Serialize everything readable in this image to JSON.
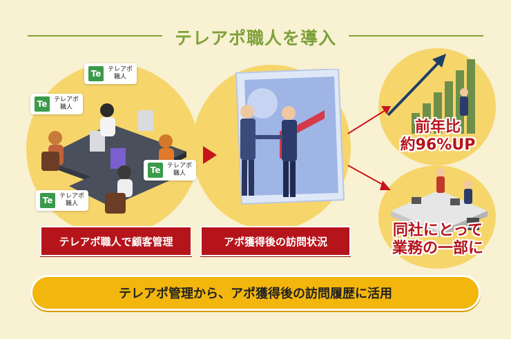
{
  "title": "テレアポ職人を導入",
  "badges": [
    {
      "logo": "Te",
      "line1": "テレアポ",
      "line2": "職人"
    },
    {
      "logo": "Te",
      "line1": "テレアポ",
      "line2": "職人"
    },
    {
      "logo": "Te",
      "line1": "テレアポ",
      "line2": "職人"
    },
    {
      "logo": "Te",
      "line1": "テレアポ",
      "line2": "職人"
    }
  ],
  "labels": {
    "left": "テレアポ職人で顧客管理",
    "middle": "アポ獲得後の訪問状況"
  },
  "results": {
    "top_line1": "前年比",
    "top_line2": "約96%UP",
    "bottom_line1": "同社にとって",
    "bottom_line2": "業務の一部に"
  },
  "bottom_bar": "テレアポ管理から、アポ獲得後の訪問履歴に活用",
  "colors": {
    "background": "#f8f1d2",
    "accent_green": "#7ea13a",
    "label_red": "#b5141b",
    "bar_yellow": "#f2b60c",
    "blob_yellow": "#f6d56b"
  }
}
